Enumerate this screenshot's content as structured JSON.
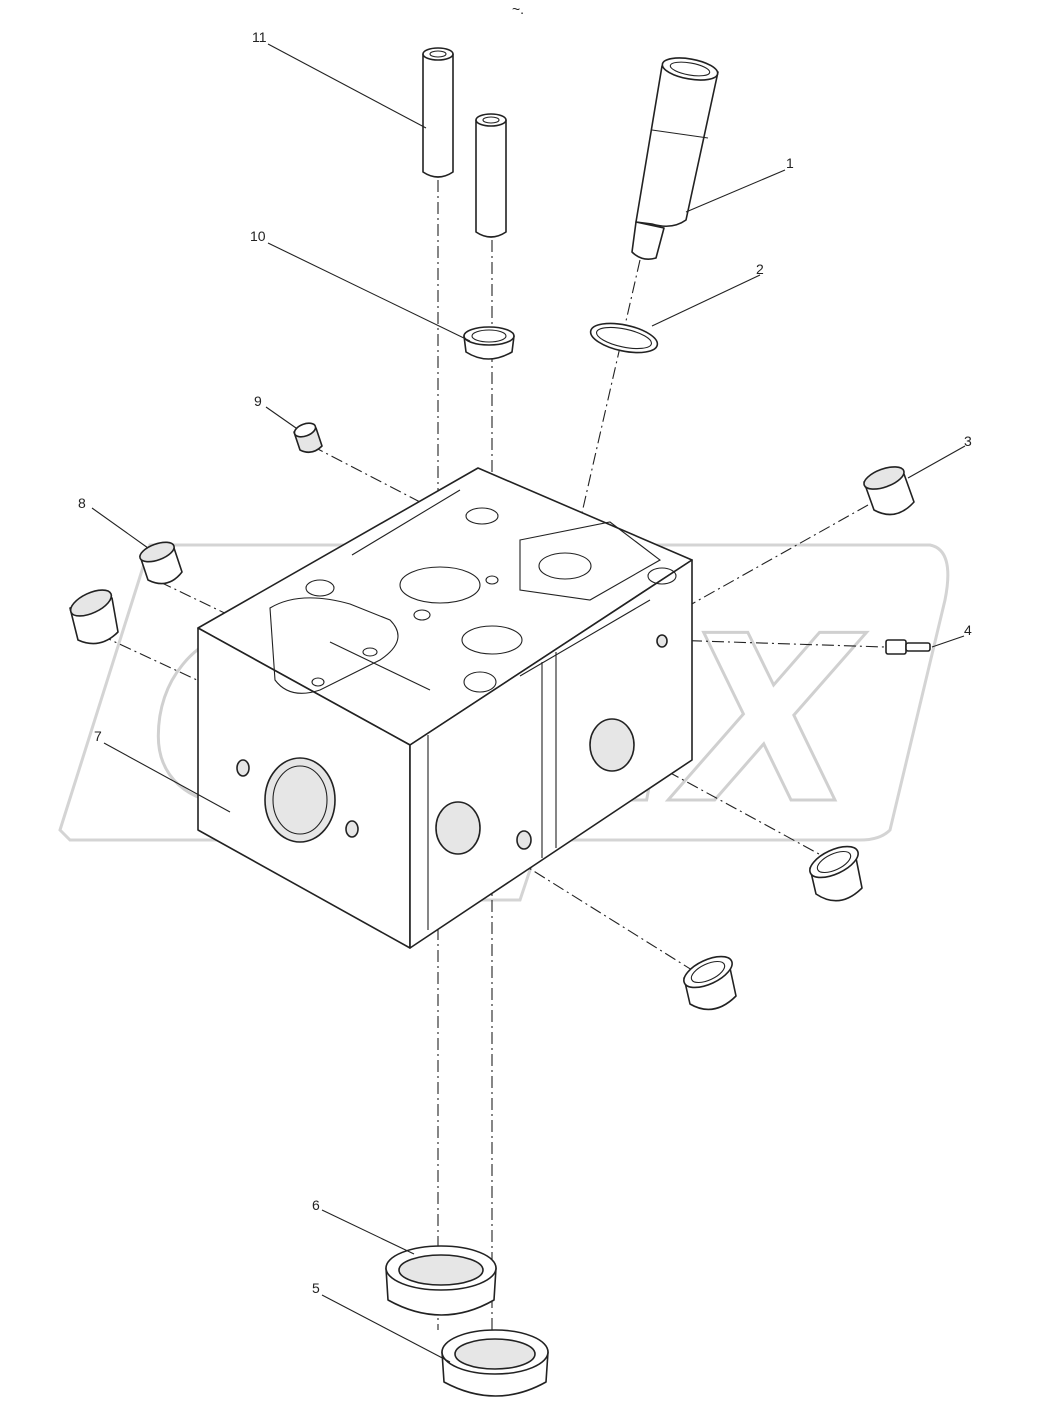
{
  "watermark": {
    "text": "OREX"
  },
  "top_mark": "~.",
  "callouts": [
    {
      "id": "1",
      "part": "injector-sleeve"
    },
    {
      "id": "2",
      "part": "o-ring"
    },
    {
      "id": "3",
      "part": "plug-right"
    },
    {
      "id": "4",
      "part": "pin"
    },
    {
      "id": "5",
      "part": "valve-seat-ring-lower"
    },
    {
      "id": "6",
      "part": "valve-seat-ring-upper"
    },
    {
      "id": "7",
      "part": "cylinder-head"
    },
    {
      "id": "8",
      "part": "plug-left"
    },
    {
      "id": "9",
      "part": "small-plug"
    },
    {
      "id": "10",
      "part": "sealing-ring"
    },
    {
      "id": "11",
      "part": "valve-guides"
    }
  ]
}
